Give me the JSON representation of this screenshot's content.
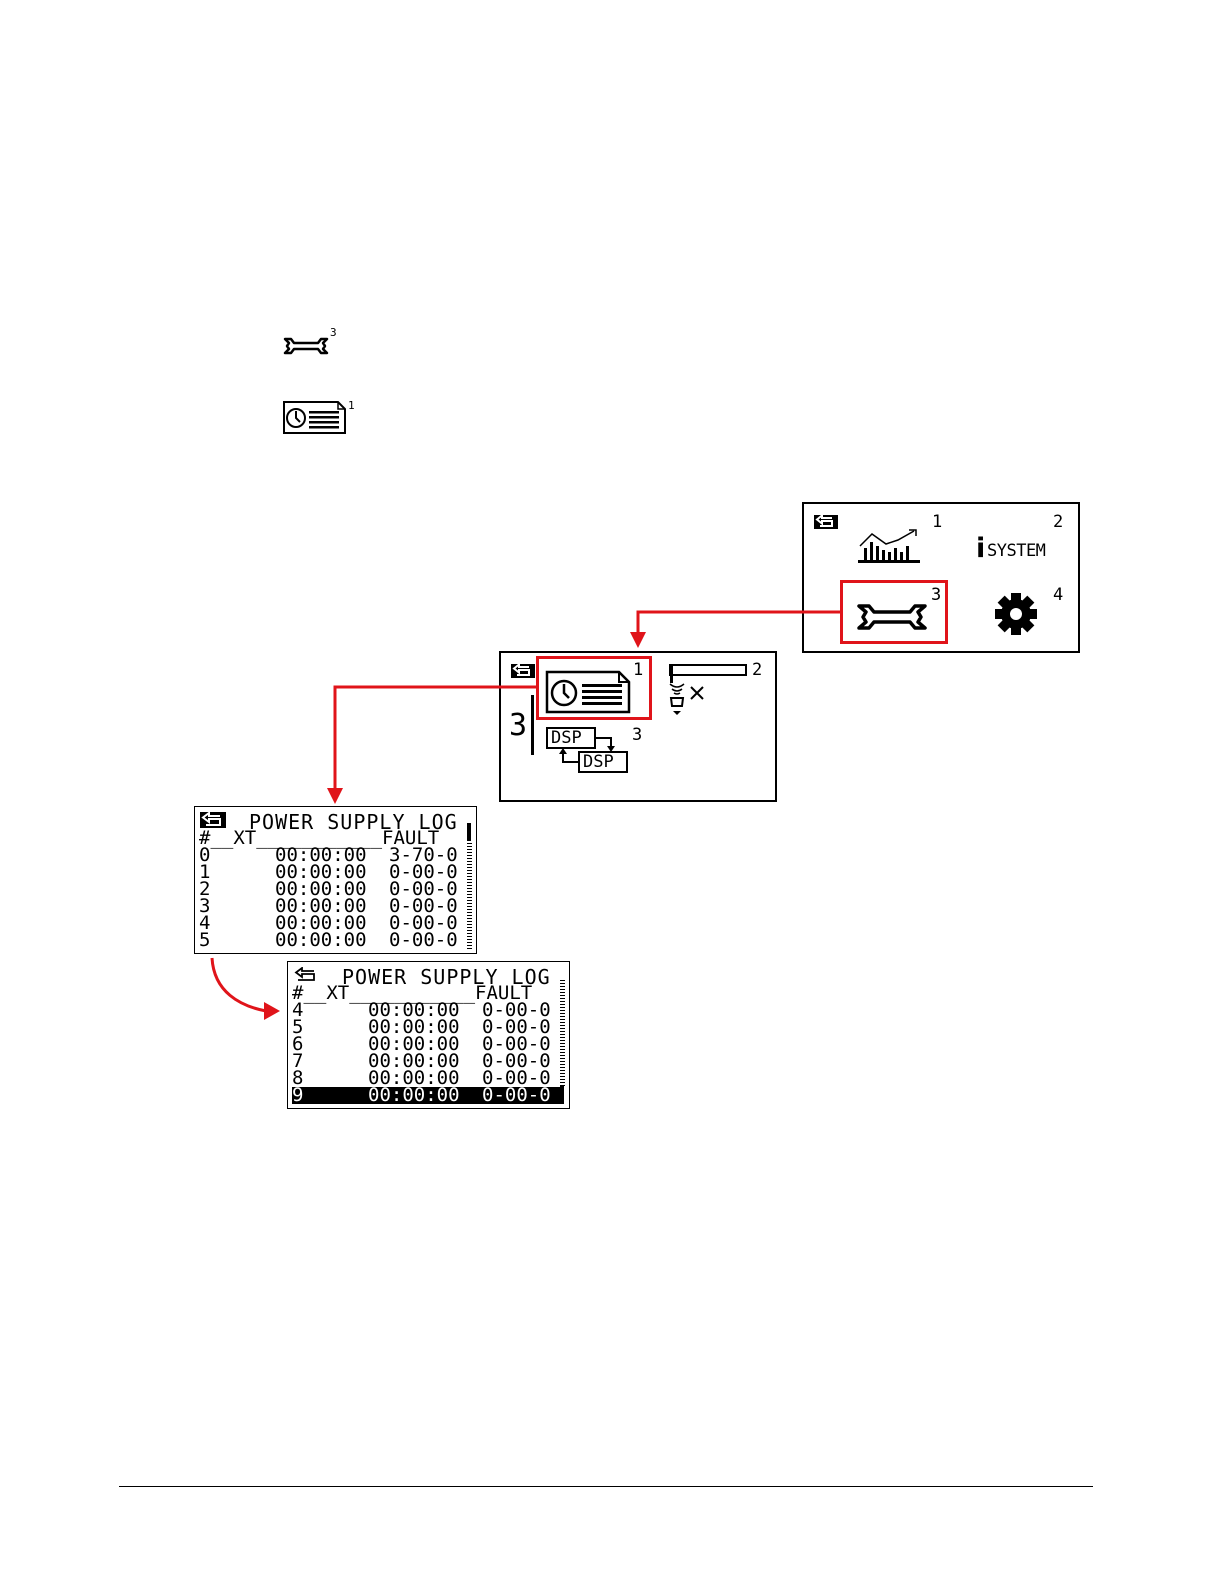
{
  "inline_icons": {
    "wrench": {
      "icon": "wrench-icon",
      "number": "3"
    },
    "log": {
      "icon": "clock-log-icon",
      "number": "1"
    }
  },
  "main_menu": {
    "items": [
      {
        "icon": "bar-chart-trend-icon",
        "number": "1"
      },
      {
        "icon": "info-system-icon",
        "number": "2",
        "label": "SYSTEM",
        "prefix": "i"
      },
      {
        "icon": "wrench-icon",
        "number": "3"
      },
      {
        "icon": "gear-icon",
        "number": "4"
      }
    ]
  },
  "service_menu": {
    "side_number": "3",
    "items": [
      {
        "icon": "clock-log-icon",
        "number": "1"
      },
      {
        "icon": "test-progress-icon",
        "number": "2"
      },
      {
        "icon": "dsp-transfer-icon",
        "number": "3",
        "label": "DSP"
      }
    ]
  },
  "log_page1": {
    "title": "POWER SUPPLY LOG",
    "header": "#__XT___________FAULT",
    "rows": [
      {
        "idx": "0",
        "time": "00:00:00",
        "fault": "3-70-0"
      },
      {
        "idx": "1",
        "time": "00:00:00",
        "fault": "0-00-0"
      },
      {
        "idx": "2",
        "time": "00:00:00",
        "fault": "0-00-0"
      },
      {
        "idx": "3",
        "time": "00:00:00",
        "fault": "0-00-0"
      },
      {
        "idx": "4",
        "time": "00:00:00",
        "fault": "0-00-0"
      },
      {
        "idx": "5",
        "time": "00:00:00",
        "fault": "0-00-0"
      }
    ]
  },
  "log_page2": {
    "title": "POWER SUPPLY LOG",
    "header": "#__XT___________FAULT",
    "rows": [
      {
        "idx": "4",
        "time": "00:00:00",
        "fault": "0-00-0"
      },
      {
        "idx": "5",
        "time": "00:00:00",
        "fault": "0-00-0"
      },
      {
        "idx": "6",
        "time": "00:00:00",
        "fault": "0-00-0"
      },
      {
        "idx": "7",
        "time": "00:00:00",
        "fault": "0-00-0"
      },
      {
        "idx": "8",
        "time": "00:00:00",
        "fault": "0-00-0"
      },
      {
        "idx": "9",
        "time": "00:00:00",
        "fault": "0-00-0",
        "selected": true
      }
    ]
  },
  "colors": {
    "highlight": "#e0141a",
    "ink": "#000000",
    "paper": "#ffffff"
  }
}
